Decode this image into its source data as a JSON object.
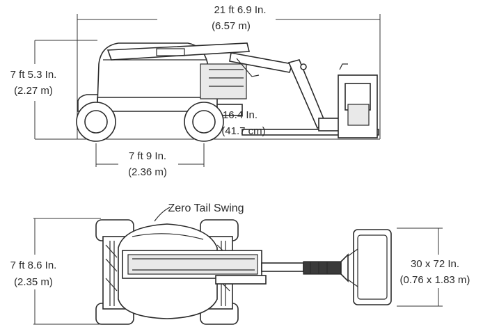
{
  "side_view": {
    "overall_length": {
      "imperial": "21 ft 6.9 In.",
      "metric": "(6.57 m)"
    },
    "stowed_height": {
      "imperial": "7 ft 5.3 In.",
      "metric": "(2.27 m)"
    },
    "ground_clearance": {
      "imperial": "16.4 In.",
      "metric": "(41.7 cm)"
    },
    "wheelbase": {
      "imperial": "7 ft 9 In.",
      "metric": "(2.36 m)"
    }
  },
  "top_view": {
    "callout": "Zero Tail Swing",
    "overall_width": {
      "imperial": "7 ft 8.6 In.",
      "metric": "(2.35 m)"
    },
    "platform_size": {
      "imperial": "30 x 72 In.",
      "metric": "(0.76 x 1.83 m)"
    }
  }
}
